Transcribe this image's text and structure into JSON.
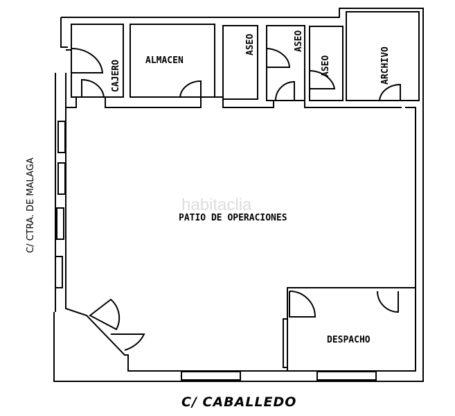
{
  "rooms": {
    "cajero": "CAJERO",
    "almacen": "ALMACEN",
    "aseo_1": "ASEO",
    "aseo_2": "ASEO",
    "aseo_3": "ASEO",
    "archivo": "ARCHIVO",
    "patio": "PATIO DE OPERACIONES",
    "despacho": "DESPACHO"
  },
  "streets": {
    "left": "C/ CTRA. DE MALAGA",
    "bottom": "C/ CABALLEDO"
  },
  "watermark": "habitaclia"
}
